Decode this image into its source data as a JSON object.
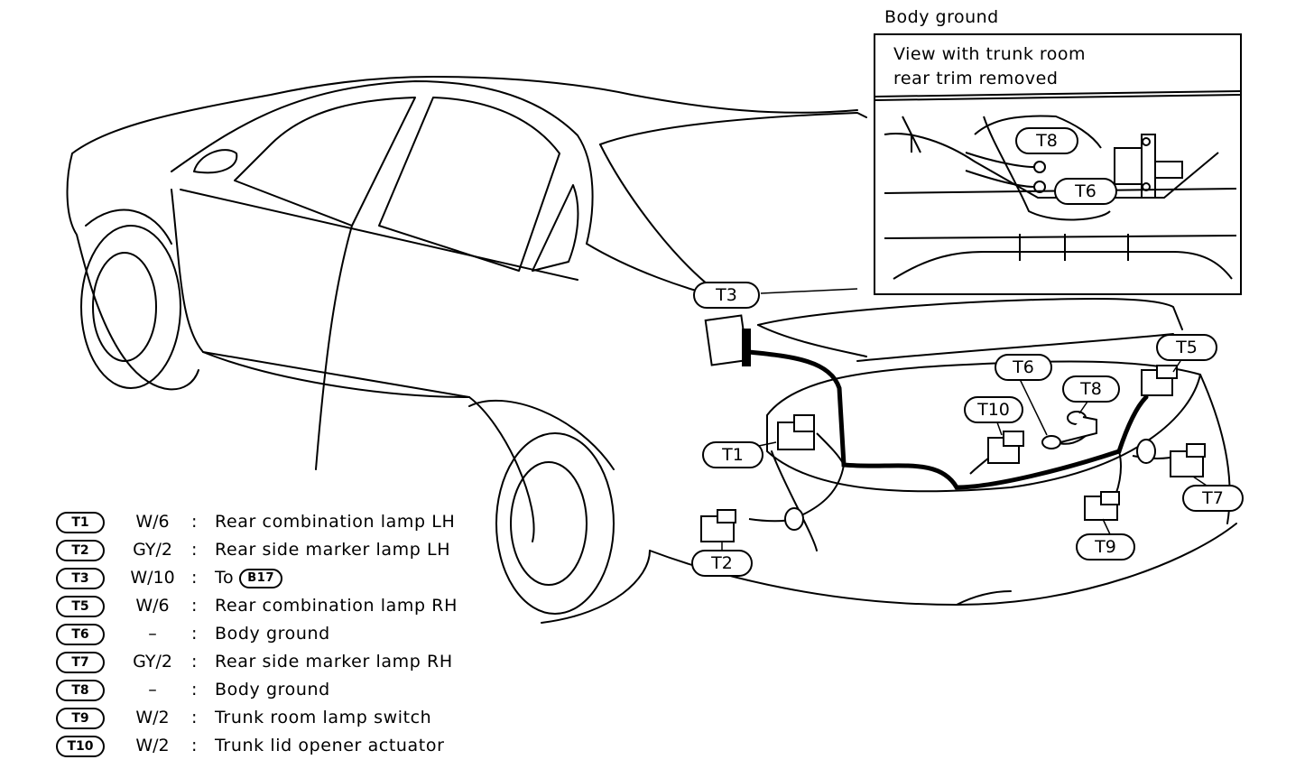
{
  "inset": {
    "caption": "Body ground",
    "line1": "View with trunk room",
    "line2": "rear trim removed",
    "t8": "T8",
    "t6": "T6"
  },
  "callouts": {
    "t1": "T1",
    "t2": "T2",
    "t3": "T3",
    "t5": "T5",
    "t6": "T6",
    "t7": "T7",
    "t8": "T8",
    "t9": "T9",
    "t10": "T10"
  },
  "legend": [
    {
      "tag": "T1",
      "color": "W/6",
      "desc": "Rear combination lamp LH"
    },
    {
      "tag": "T2",
      "color": "GY/2",
      "desc": "Rear side marker lamp LH"
    },
    {
      "tag": "T3",
      "color": "W/10",
      "desc": "To",
      "ref": "B17"
    },
    {
      "tag": "T5",
      "color": "W/6",
      "desc": "Rear combination lamp RH"
    },
    {
      "tag": "T6",
      "color": "–",
      "desc": "Body ground"
    },
    {
      "tag": "T7",
      "color": "GY/2",
      "desc": "Rear side marker lamp RH"
    },
    {
      "tag": "T8",
      "color": "–",
      "desc": "Body ground"
    },
    {
      "tag": "T9",
      "color": "W/2",
      "desc": "Trunk room lamp switch"
    },
    {
      "tag": "T10",
      "color": "W/2",
      "desc": "Trunk lid opener actuator"
    }
  ],
  "colon": ":"
}
